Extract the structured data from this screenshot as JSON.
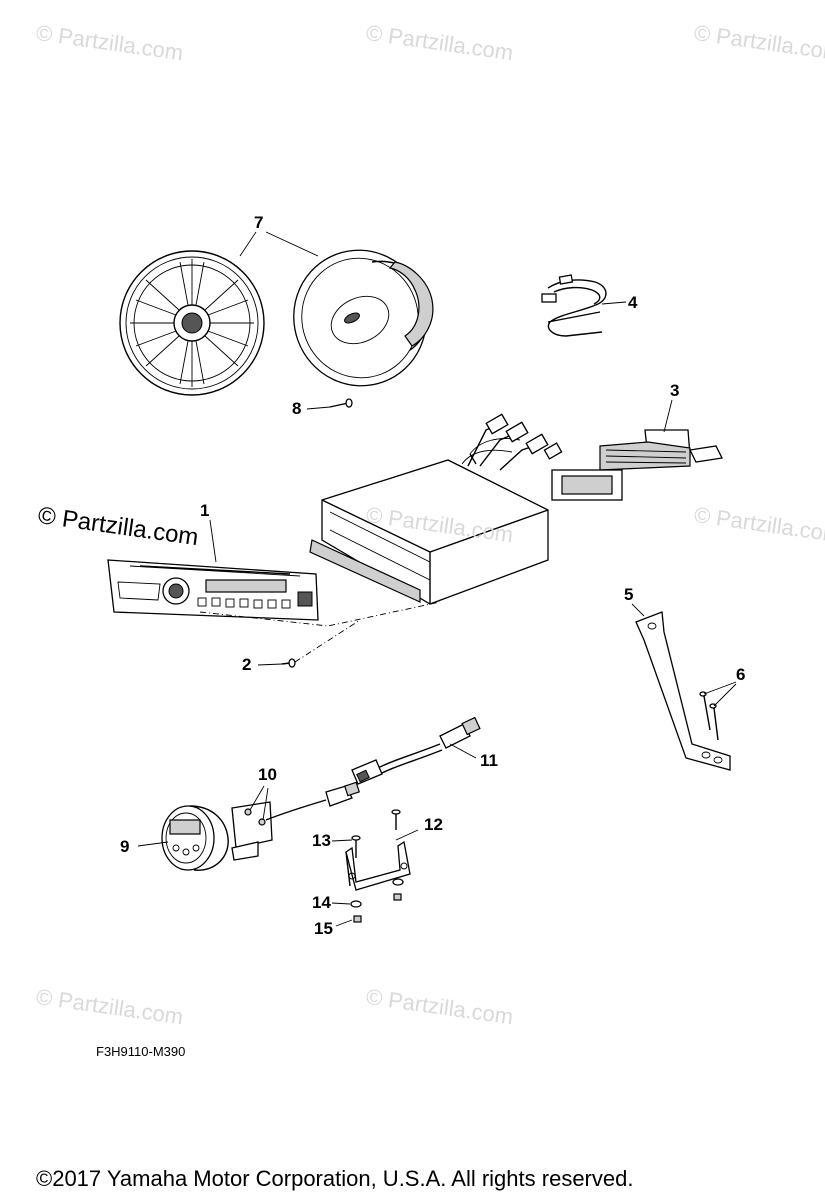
{
  "watermarks": [
    "© Partzilla.com",
    "© Partzilla.com",
    "© Partzilla.com",
    "© Partzilla.com",
    "© Partzilla.com",
    "© Partzilla.com",
    "© Partzilla.com",
    "© Partzilla.com"
  ],
  "callouts": {
    "c1": "1",
    "c2": "2",
    "c3": "3",
    "c4": "4",
    "c5": "5",
    "c6": "6",
    "c7": "7",
    "c8": "8",
    "c9": "9",
    "c10": "10",
    "c11": "11",
    "c12": "12",
    "c13": "13",
    "c14": "14",
    "c15": "15"
  },
  "figure_code": "F3H9110-M390",
  "copyright": "©2017  Yamaha Motor Corporation, U.S.A. All rights reserved."
}
